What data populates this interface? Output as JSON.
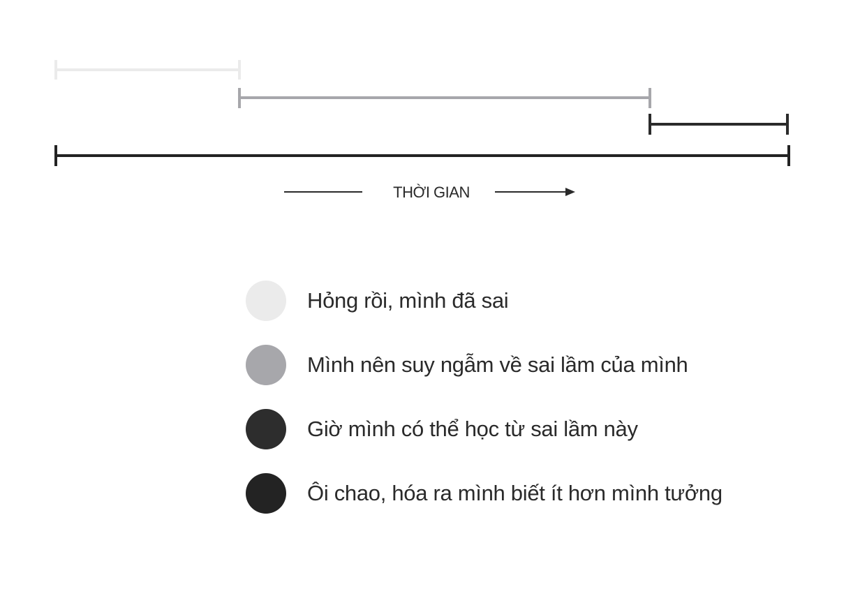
{
  "diagram": {
    "axis_label": "THỜI GIAN",
    "bars": [
      {
        "stage": 1,
        "color": "#ebebeb"
      },
      {
        "stage": 2,
        "color": "#a7a7ab"
      },
      {
        "stage": 3,
        "color": "#2b2b2b"
      },
      {
        "stage": 4,
        "color": "#232323"
      }
    ]
  },
  "legend": {
    "items": [
      {
        "label": "Hỏng rồi, mình đã sai",
        "color": "#ebebeb"
      },
      {
        "label": "Mình nên suy ngẫm về sai lầm của mình",
        "color": "#a7a7ab"
      },
      {
        "label": "Giờ mình có thể học từ sai lầm này",
        "color": "#2d2d2d"
      },
      {
        "label": "Ôi chao, hóa ra mình biết ít hơn mình tưởng",
        "color": "#232323"
      }
    ]
  }
}
